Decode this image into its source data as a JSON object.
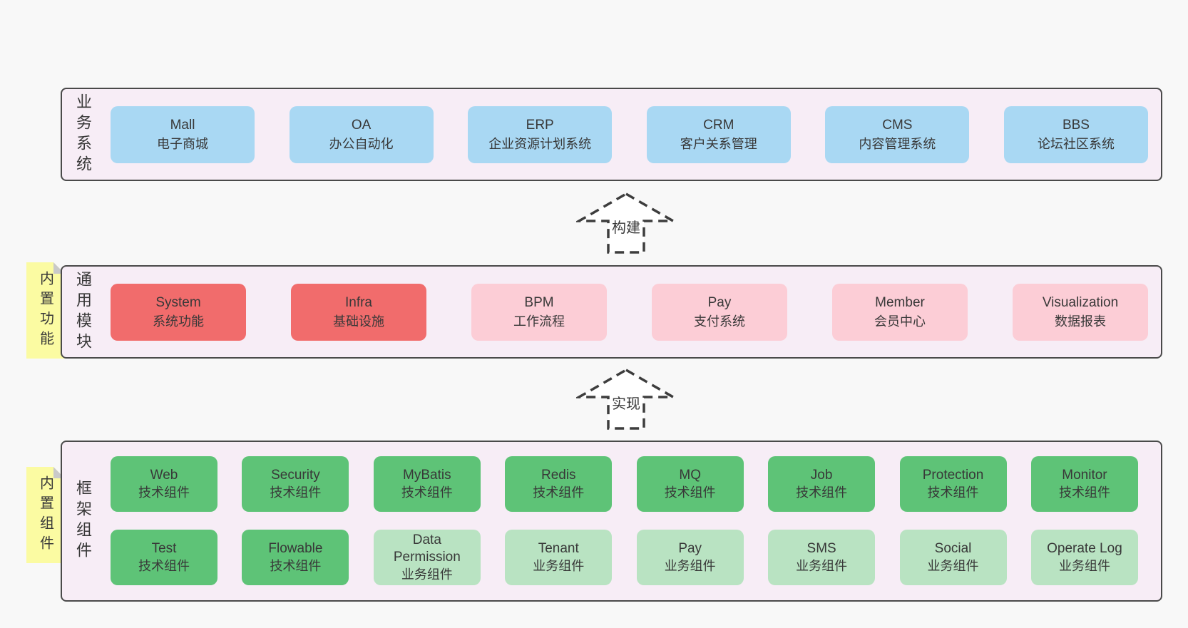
{
  "colors": {
    "page-bg": "#f8f8f8",
    "band-bg": "#f7edf6",
    "band-border": "#4a4a4a",
    "blue": "#a9d8f3",
    "red": "#f16c6c",
    "pink": "#fccdd6",
    "green-dark": "#5ec377",
    "green-light": "#b9e3c2",
    "yellow": "#fbfba2",
    "fold-gray": "#c9c9c9",
    "text": "#383838",
    "arrow-stroke": "#3d3d3d"
  },
  "arrows": {
    "build": "构建",
    "implement": "实现"
  },
  "band1": {
    "label": "业务系统",
    "boxes": [
      {
        "title": "Mall",
        "subtitle": "电子商城",
        "type": "blue"
      },
      {
        "title": "OA",
        "subtitle": "办公自动化",
        "type": "blue"
      },
      {
        "title": "ERP",
        "subtitle": "企业资源计划系统",
        "type": "blue"
      },
      {
        "title": "CRM",
        "subtitle": "客户关系管理",
        "type": "blue"
      },
      {
        "title": "CMS",
        "subtitle": "内容管理系统",
        "type": "blue"
      },
      {
        "title": "BBS",
        "subtitle": "论坛社区系统",
        "type": "blue"
      }
    ]
  },
  "band2": {
    "tag": "内置功能",
    "label": "通用模块",
    "boxes": [
      {
        "title": "System",
        "subtitle": "系统功能",
        "type": "red"
      },
      {
        "title": "Infra",
        "subtitle": "基础设施",
        "type": "red"
      },
      {
        "title": "BPM",
        "subtitle": "工作流程",
        "type": "pink"
      },
      {
        "title": "Pay",
        "subtitle": "支付系统",
        "type": "pink"
      },
      {
        "title": "Member",
        "subtitle": "会员中心",
        "type": "pink"
      },
      {
        "title": "Visualization",
        "subtitle": "数据报表",
        "type": "pink"
      }
    ]
  },
  "band3": {
    "tag": "内置组件",
    "label": "框架组件",
    "row1": [
      {
        "title": "Web",
        "subtitle": "技术组件",
        "type": "green-dark"
      },
      {
        "title": "Security",
        "subtitle": "技术组件",
        "type": "green-dark"
      },
      {
        "title": "MyBatis",
        "subtitle": "技术组件",
        "type": "green-dark"
      },
      {
        "title": "Redis",
        "subtitle": "技术组件",
        "type": "green-dark"
      },
      {
        "title": "MQ",
        "subtitle": "技术组件",
        "type": "green-dark"
      },
      {
        "title": "Job",
        "subtitle": "技术组件",
        "type": "green-dark"
      },
      {
        "title": "Protection",
        "subtitle": "技术组件",
        "type": "green-dark"
      },
      {
        "title": "Monitor",
        "subtitle": "技术组件",
        "type": "green-dark"
      }
    ],
    "row2": [
      {
        "title": "Test",
        "subtitle": "技术组件",
        "type": "green-dark"
      },
      {
        "title": "Flowable",
        "subtitle": "技术组件",
        "type": "green-dark"
      },
      {
        "title": "Data Permission",
        "subtitle": "业务组件",
        "type": "green-light"
      },
      {
        "title": "Tenant",
        "subtitle": "业务组件",
        "type": "green-light"
      },
      {
        "title": "Pay",
        "subtitle": "业务组件",
        "type": "green-light"
      },
      {
        "title": "SMS",
        "subtitle": "业务组件",
        "type": "green-light"
      },
      {
        "title": "Social",
        "subtitle": "业务组件",
        "type": "green-light"
      },
      {
        "title": "Operate Log",
        "subtitle": "业务组件",
        "type": "green-light"
      }
    ]
  }
}
